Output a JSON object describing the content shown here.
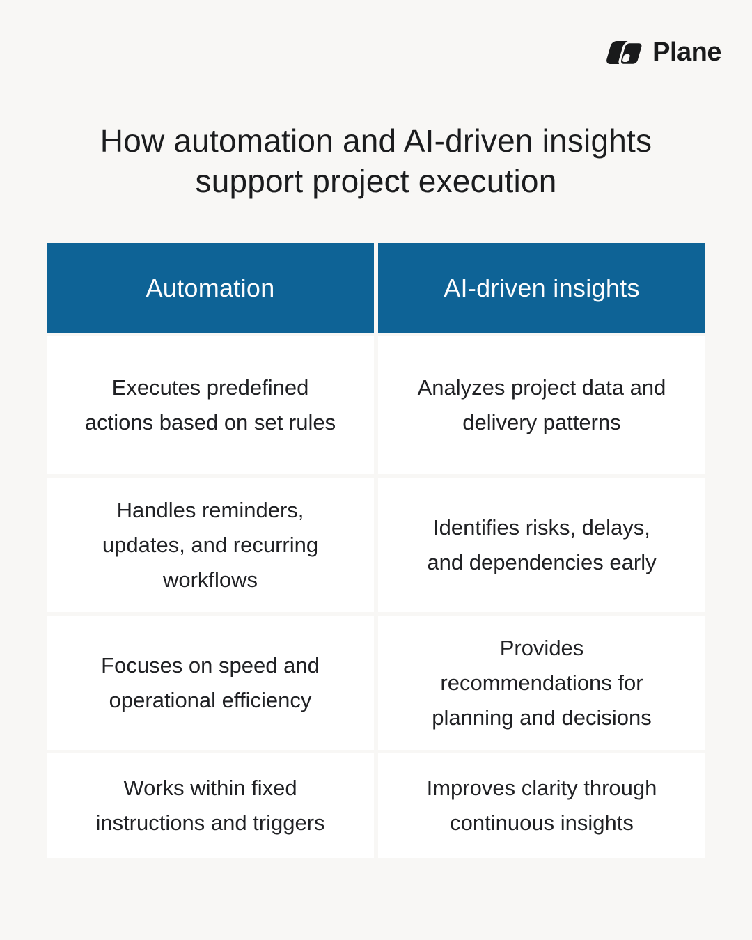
{
  "logo": {
    "brand": "Plane",
    "icon": "plane-interlocked-blades-icon",
    "color": "#191a1b"
  },
  "title": {
    "text": "How automation and AI-driven insights\nsupport project execution"
  },
  "colors": {
    "page_background": "#f8f7f5",
    "header_background": "#0e6396",
    "header_text": "#fdfdfd",
    "cell_background": "#ffffff",
    "body_text": "#202124"
  },
  "table": {
    "columns": [
      "Automation",
      "AI-driven insights"
    ],
    "rows": [
      [
        "Executes predefined\nactions based on set rules",
        "Analyzes project data and\ndelivery patterns"
      ],
      [
        "Handles reminders,\nupdates, and recurring\nworkflows",
        "Identifies risks, delays,\nand dependencies early"
      ],
      [
        "Focuses on speed and\noperational efficiency",
        "Provides\nrecommendations for\nplanning and decisions"
      ],
      [
        "Works within fixed\ninstructions and triggers",
        "Improves clarity through\ncontinuous insights"
      ]
    ]
  }
}
